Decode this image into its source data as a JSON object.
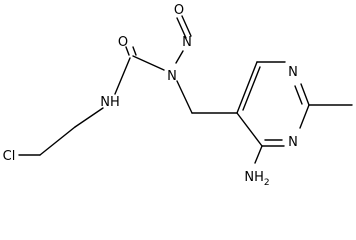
{
  "structure": {
    "atom_labels": {
      "nitroso_o": "O",
      "nitroso_n": "N",
      "carbonyl_o": "O",
      "amine_n": "N",
      "nh": "NH",
      "cl": "Cl",
      "ring_n1": "N",
      "ring_n3": "N",
      "nh2": "NH",
      "nh2_sub": "2"
    },
    "colors": {
      "bond": "#000000",
      "text": "#000000",
      "background": "#ffffff"
    }
  }
}
